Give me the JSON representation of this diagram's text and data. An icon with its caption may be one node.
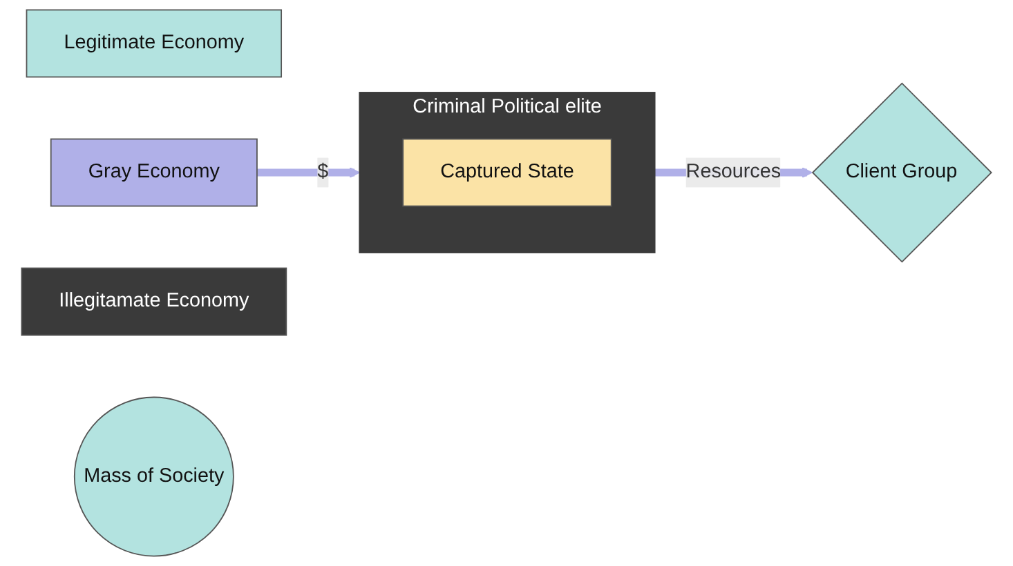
{
  "diagram": {
    "nodes": [
      {
        "text": [
          "Legitimate Economy"
        ]
      },
      {
        "text": [
          "Gray Economy"
        ]
      },
      {
        "text": [
          "Illegitamate Economy"
        ]
      },
      {
        "text": [
          "Criminal Political elite"
        ]
      },
      {
        "text": [
          "Captured State"
        ],
        "in": 3
      },
      {
        "text": [
          "Mass of Society"
        ]
      },
      {
        "text": [
          "Client Group"
        ]
      }
    ],
    "edges": [
      {
        "from": 1,
        "to": 3,
        "label": "$",
        "arrow": "to"
      },
      {
        "from": 3,
        "to": 6,
        "label": "Resources",
        "arrow": "to"
      }
    ]
  }
}
